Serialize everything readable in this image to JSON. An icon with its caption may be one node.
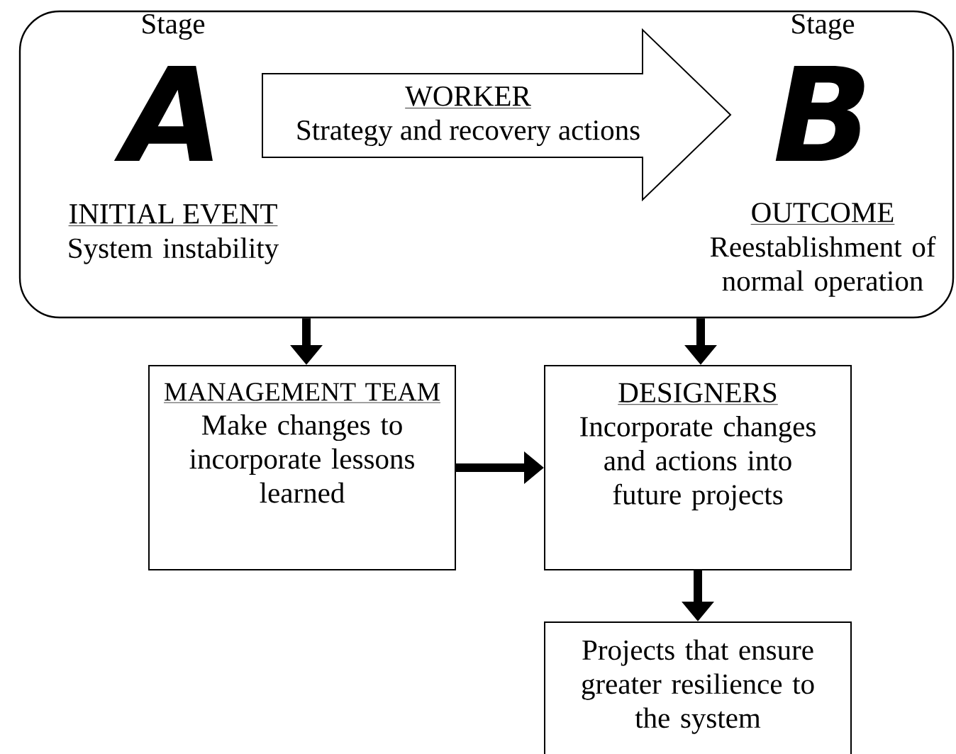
{
  "diagram": {
    "nodes": [
      {
        "text": [],
        "shape": "box"
      },
      {
        "text": [
          "WORKER",
          "Strategy and recovery actions"
        ],
        "in": 0
      },
      {
        "text": [
          "MANAGEMENT TEAM",
          "Make changes to incorporate lessons learned"
        ]
      },
      {
        "text": [
          "DESIGNERS",
          "Incorporate changes and actions into future projects"
        ]
      },
      {
        "text": [
          "Projects that ensure greater resilience to the system"
        ]
      }
    ],
    "edges": [
      {
        "from": 0,
        "to": 2,
        "arrow": "to"
      },
      {
        "from": 0,
        "to": 3,
        "arrow": "to"
      },
      {
        "from": 2,
        "to": 3,
        "arrow": "to"
      },
      {
        "from": 3,
        "to": 4,
        "arrow": "to"
      }
    ],
    "labels": [
      "Stage",
      "A",
      "Stage",
      "B",
      "INITIAL EVENT",
      "System instability",
      "OUTCOME",
      "Reestablishment of normal operation"
    ]
  }
}
